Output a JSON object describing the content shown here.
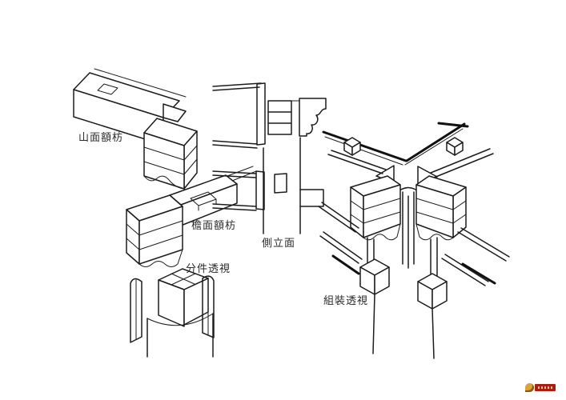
{
  "figure": {
    "kind": "hand-drawn architectural joinery line diagram",
    "colors": {
      "background": "#ffffff",
      "line": "#1c1c1c",
      "watermark_red": "#aa1f15",
      "watermark_gold": "#d9a33c"
    }
  },
  "labels": {
    "gable_architrave": "山面額枋",
    "eave_architrave": "檐面額枋",
    "exploded_view": "分件透視",
    "side_elevation": "側立面",
    "assembled_view": "組裝透視"
  },
  "watermark": {
    "present": true
  }
}
